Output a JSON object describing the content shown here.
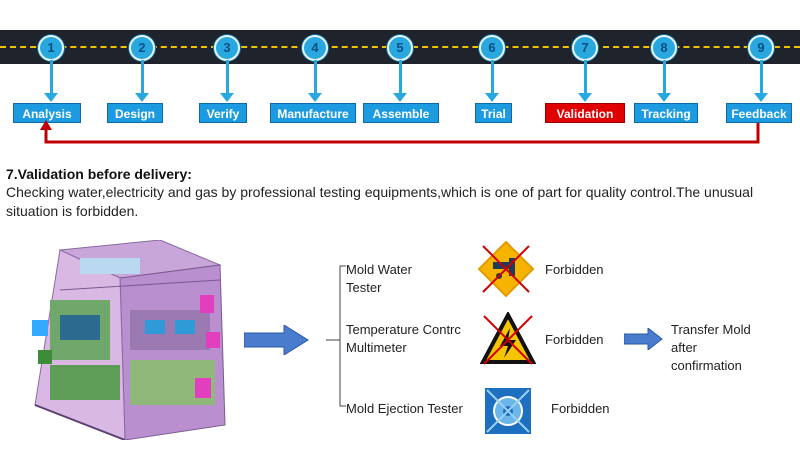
{
  "process": {
    "steps": [
      {
        "num": "1",
        "label": "Analysis",
        "active": false
      },
      {
        "num": "2",
        "label": "Design",
        "active": false
      },
      {
        "num": "3",
        "label": "Verify",
        "active": false
      },
      {
        "num": "4",
        "label": "Manufacture",
        "active": false
      },
      {
        "num": "5",
        "label": "Assemble",
        "active": false
      },
      {
        "num": "6",
        "label": "Trial",
        "active": false
      },
      {
        "num": "7",
        "label": "Validation",
        "active": true
      },
      {
        "num": "8",
        "label": "Tracking",
        "active": false
      },
      {
        "num": "9",
        "label": "Feedback",
        "active": false
      }
    ]
  },
  "section": {
    "title": "7.Validation before delivery:",
    "description": "Checking water,electricity and gas by professional testing equipments,which is one of part for quality control.The unusual situation is forbidden."
  },
  "tests": [
    {
      "name_line1": "Mold Water",
      "name_line2": "Tester",
      "result": "Forbidden",
      "icon": "water-tap-warning-icon"
    },
    {
      "name_line1": "Temperature Contrc",
      "name_line2": "Multimeter",
      "result": "Forbidden",
      "icon": "electric-hazard-icon"
    },
    {
      "name_line1": "Mold Ejection Tester",
      "name_line2": "",
      "result": "Forbidden",
      "icon": "ejection-prohibited-icon"
    }
  ],
  "outcome": {
    "line1": "Transfer Mold",
    "line2": "after",
    "line3": "confirmation"
  },
  "colors": {
    "road": "#1f232b",
    "step_blue": "#1c9be0",
    "step_active": "#e00000",
    "feedback_arrow": "#c00000",
    "flow_arrow": "#4a7ccd"
  }
}
